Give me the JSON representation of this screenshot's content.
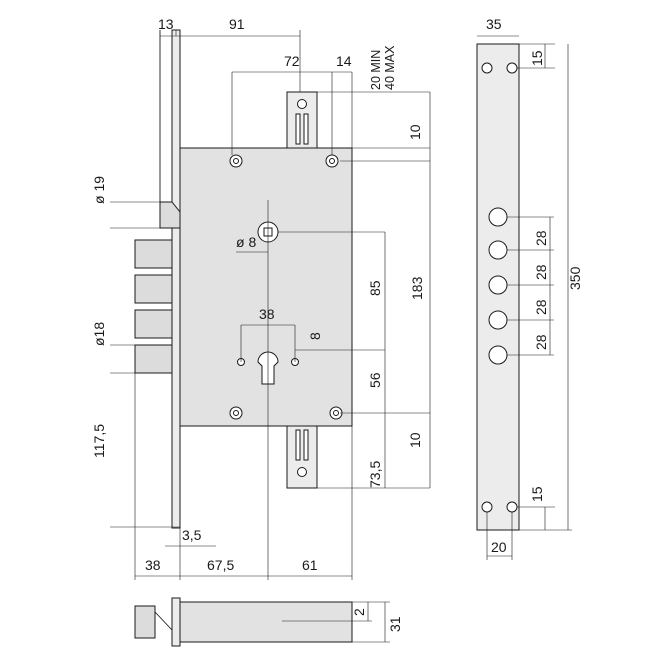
{
  "dimensions": {
    "top_13": "13",
    "top_91": "91",
    "top_72": "72",
    "top_14": "14",
    "top_20min": "20 MIN",
    "top_40max": "40 MAX",
    "right_10_top": "10",
    "right_85": "85",
    "right_183": "183",
    "right_56": "56",
    "right_10_bottom": "10",
    "right_73_5": "73,5",
    "left_d19": "ø 19",
    "left_d18": "ø18",
    "left_117_5": "117,5",
    "center_d8": "ø 8",
    "center_38": "38",
    "center_8": "8",
    "bottom_3_5": "3,5",
    "bottom_38": "38",
    "bottom_67_5": "67,5",
    "bottom_61": "61",
    "plate_35": "35",
    "plate_15_top": "15",
    "plate_28_1": "28",
    "plate_28_2": "28",
    "plate_28_3": "28",
    "plate_28_4": "28",
    "plate_350": "350",
    "plate_15_bottom": "15",
    "plate_20": "20",
    "section_2": "2",
    "section_31": "31"
  }
}
